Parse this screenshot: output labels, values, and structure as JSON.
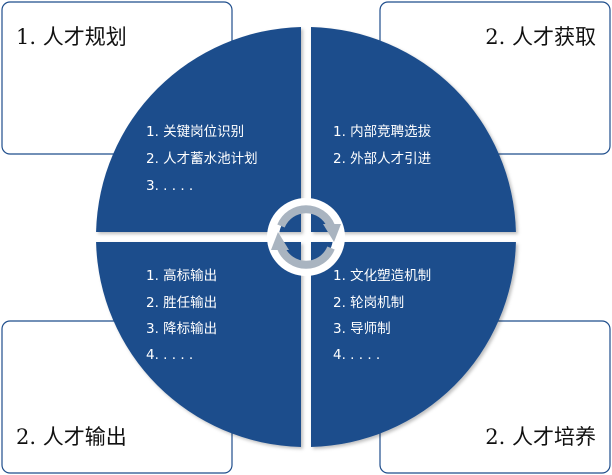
{
  "colors": {
    "quadrant": "#1F4E8C",
    "box_border": "#1F4E8C",
    "box_fill": "#ffffff",
    "text_light": "#ffffff",
    "text_dark": "#111111",
    "cycle_arrow": "#A9B4C0"
  },
  "quadrants": {
    "top_left": {
      "title": "1. 人才规划",
      "items": [
        "1. 关键岗位识别",
        "2. 人才蓄水池计划",
        "3. . . . ."
      ]
    },
    "top_right": {
      "title": "2. 人才获取",
      "items": [
        "1. 内部竞聘选拔",
        "2. 外部人才引进"
      ]
    },
    "bottom_left": {
      "title": "2. 人才输出",
      "items": [
        "1. 高标输出",
        "2. 胜任输出",
        "3. 降标输出",
        "4. . . . ."
      ]
    },
    "bottom_right": {
      "title": "2. 人才培养",
      "items": [
        "1. 文化塑造机制",
        "2. 轮岗机制",
        "3. 导师制",
        "4. . . . ."
      ]
    }
  },
  "center": {
    "icon": "cycle-arrows-icon"
  }
}
